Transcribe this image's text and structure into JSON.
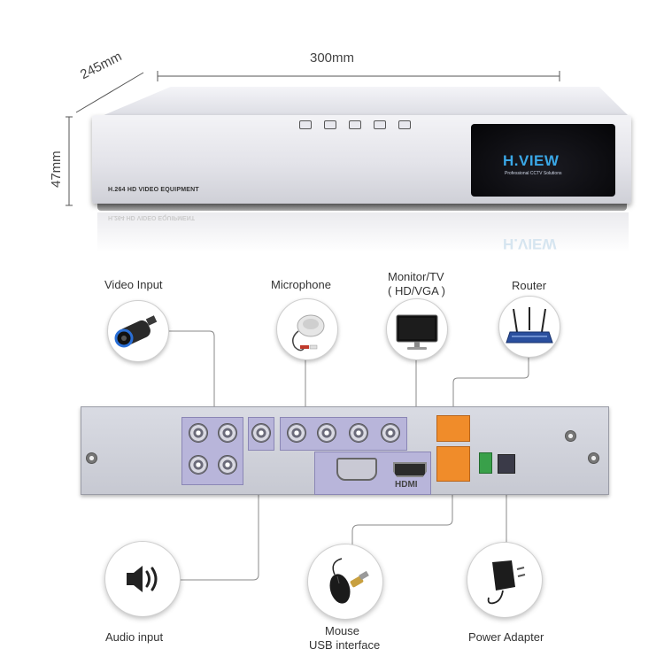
{
  "dimensions": {
    "width": "300mm",
    "depth": "245mm",
    "height": "47mm"
  },
  "front": {
    "label": "H.264 HD VIDEO EQUIPMENT",
    "brand": "H.VIEW",
    "brand_subtitle": "Professional CCTV Solutions"
  },
  "devices": {
    "video_input": "Video Input",
    "microphone": "Microphone",
    "monitor_line1": "Monitor/TV",
    "monitor_line2": "( HD/VGA )",
    "router": "Router",
    "audio_input": "Audio input",
    "mouse_line1": "Mouse",
    "mouse_line2": "USB interface",
    "power_adapter": "Power Adapter"
  },
  "rear": {
    "hdmi_label": "HDMI"
  },
  "icons": {
    "camera": "camera-icon",
    "microphone": "microphone-icon",
    "monitor": "monitor-icon",
    "router": "router-icon",
    "speaker": "speaker-icon",
    "mouse": "mouse-icon",
    "power_adapter": "power-adapter-icon"
  }
}
